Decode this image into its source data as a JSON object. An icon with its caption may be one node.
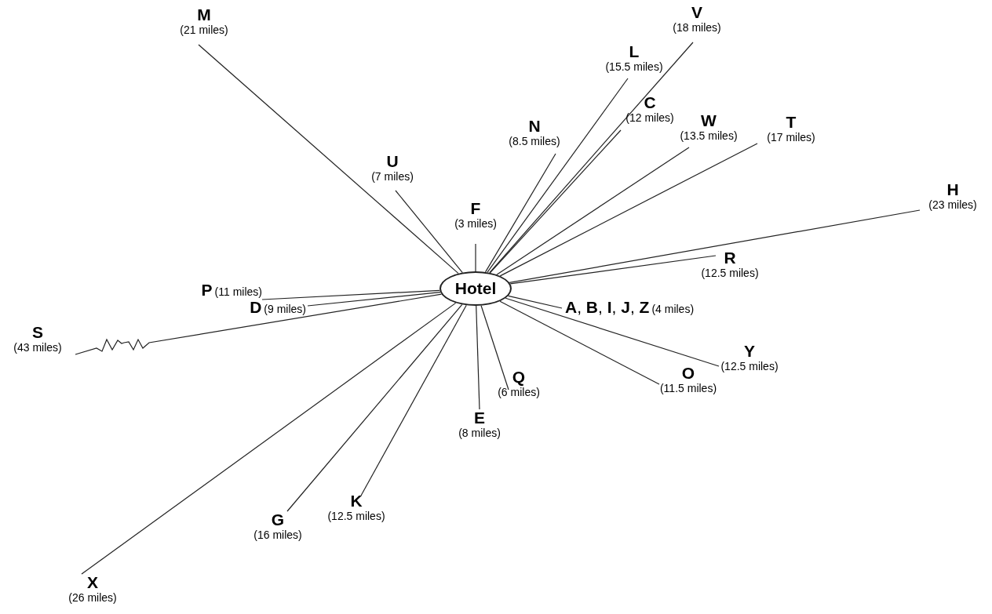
{
  "diagram": {
    "nodes": [
      {
        "text": [
          "Hotel"
        ]
      },
      {
        "text": [
          "M",
          "(21 miles)"
        ]
      },
      {
        "text": [
          "V",
          "(18 miles)"
        ]
      },
      {
        "text": [
          "L",
          "(15.5 miles)"
        ]
      },
      {
        "text": [
          "C",
          "(12 miles)"
        ]
      },
      {
        "text": [
          "N",
          "(8.5 miles)"
        ]
      },
      {
        "text": [
          "W",
          "(13.5 miles)"
        ]
      },
      {
        "text": [
          "T",
          "(17 miles)"
        ]
      },
      {
        "text": [
          "U",
          "(7 miles)"
        ]
      },
      {
        "text": [
          "H",
          "(23 miles)"
        ]
      },
      {
        "text": [
          "F",
          "(3 miles)"
        ]
      },
      {
        "text": [
          "R",
          "(12.5 miles)"
        ]
      },
      {
        "text": [
          "P",
          "(11 miles)"
        ]
      },
      {
        "text": [
          "D",
          "(9 miles)"
        ]
      },
      {
        "text": [
          "**A**, **B**, **I**, **J**, **Z**",
          "(4 miles)"
        ]
      },
      {
        "text": [
          "S",
          "(43 miles)"
        ]
      },
      {
        "text": [
          "Y",
          "(12.5 miles)"
        ]
      },
      {
        "text": [
          "O",
          "(11.5 miles)"
        ]
      },
      {
        "text": [
          "Q",
          "(6 miles)"
        ]
      },
      {
        "text": [
          "E",
          "(8 miles)"
        ]
      },
      {
        "text": [
          "K",
          "(12.5 miles)"
        ]
      },
      {
        "text": [
          "G",
          "(16 miles)"
        ]
      },
      {
        "text": [
          "X",
          "(26 miles)"
        ]
      }
    ],
    "edges": [
      {
        "from": 0,
        "to": 1,
        "arrow": "none"
      },
      {
        "from": 0,
        "to": 2,
        "arrow": "none"
      },
      {
        "from": 0,
        "to": 3,
        "arrow": "none"
      },
      {
        "from": 0,
        "to": 4,
        "arrow": "none"
      },
      {
        "from": 0,
        "to": 5,
        "arrow": "none"
      },
      {
        "from": 0,
        "to": 6,
        "arrow": "none"
      },
      {
        "from": 0,
        "to": 7,
        "arrow": "none"
      },
      {
        "from": 0,
        "to": 8,
        "arrow": "none"
      },
      {
        "from": 0,
        "to": 9,
        "arrow": "none"
      },
      {
        "from": 0,
        "to": 10,
        "arrow": "none"
      },
      {
        "from": 0,
        "to": 11,
        "arrow": "none"
      },
      {
        "from": 0,
        "to": 12,
        "arrow": "none"
      },
      {
        "from": 0,
        "to": 13,
        "arrow": "none"
      },
      {
        "from": 0,
        "to": 14,
        "arrow": "none"
      },
      {
        "from": 0,
        "to": 15,
        "arrow": "none"
      },
      {
        "from": 0,
        "to": 16,
        "arrow": "none"
      },
      {
        "from": 0,
        "to": 17,
        "arrow": "none"
      },
      {
        "from": 0,
        "to": 18,
        "arrow": "none"
      },
      {
        "from": 0,
        "to": 19,
        "arrow": "none"
      },
      {
        "from": 0,
        "to": 20,
        "arrow": "none"
      },
      {
        "from": 0,
        "to": 21,
        "arrow": "none"
      },
      {
        "from": 0,
        "to": 22,
        "arrow": "none"
      }
    ]
  }
}
